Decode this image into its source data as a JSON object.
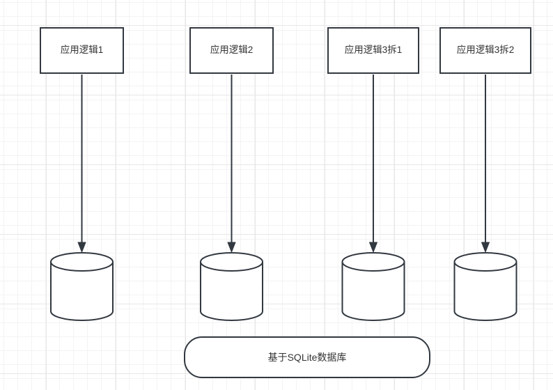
{
  "diagram": {
    "boxes": [
      {
        "label": "应用逻辑1"
      },
      {
        "label": "应用逻辑2"
      },
      {
        "label": "应用逻辑3拆1"
      },
      {
        "label": "应用逻辑3拆2"
      }
    ],
    "footer": {
      "label": "基于SQLite数据库"
    },
    "colors": {
      "stroke": "#323840",
      "text": "#333333",
      "fill": "#ffffff",
      "grid_minor": "#f3f3f3",
      "grid_major": "#e7e7e7"
    }
  }
}
